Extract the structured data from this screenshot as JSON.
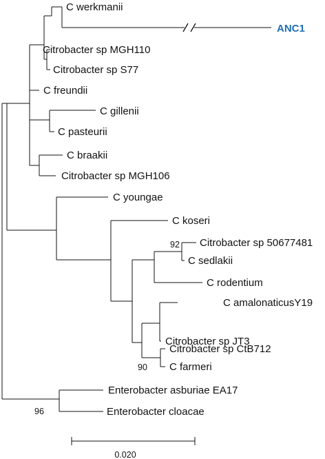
{
  "tree": {
    "leaves": {
      "c_werkmanii": "C werkmanii",
      "anc1": "ANC1",
      "citrobacter_mgh110": "Citrobacter sp MGH110",
      "citrobacter_s77": "Citrobacter sp S77",
      "c_freundii": "C freundii",
      "c_gillenii": "C gillenii",
      "c_pasteurii": "C pasteurii",
      "c_braakii": "C braakii",
      "citrobacter_mgh106": "Citrobacter sp MGH106",
      "c_youngae": "C youngae",
      "c_koseri": "C koseri",
      "citrobacter_50677481": "Citrobacter sp 50677481",
      "c_sedlakii": "C sedlakii",
      "c_rodentium": "C rodentium",
      "c_amalonaticus": "C amalonaticusY19",
      "citrobacter_jt3": "Citrobacter sp JT3",
      "citrobacter_ctb712": "Citrobacter sp CtB712",
      "c_farmeri": "C farmeri",
      "enterobacter_asburiae": "Enterobacter asburiae EA17",
      "enterobacter_cloacae": "Enterobacter cloacae"
    },
    "support_values": {
      "node_50677481_sedlakii": "92",
      "node_ctb712_farmeri": "90",
      "node_enterobacter": "96"
    },
    "scale_bar": {
      "label": "0.020",
      "length": 0.02
    },
    "highlight_color": "#1f6fb2"
  }
}
